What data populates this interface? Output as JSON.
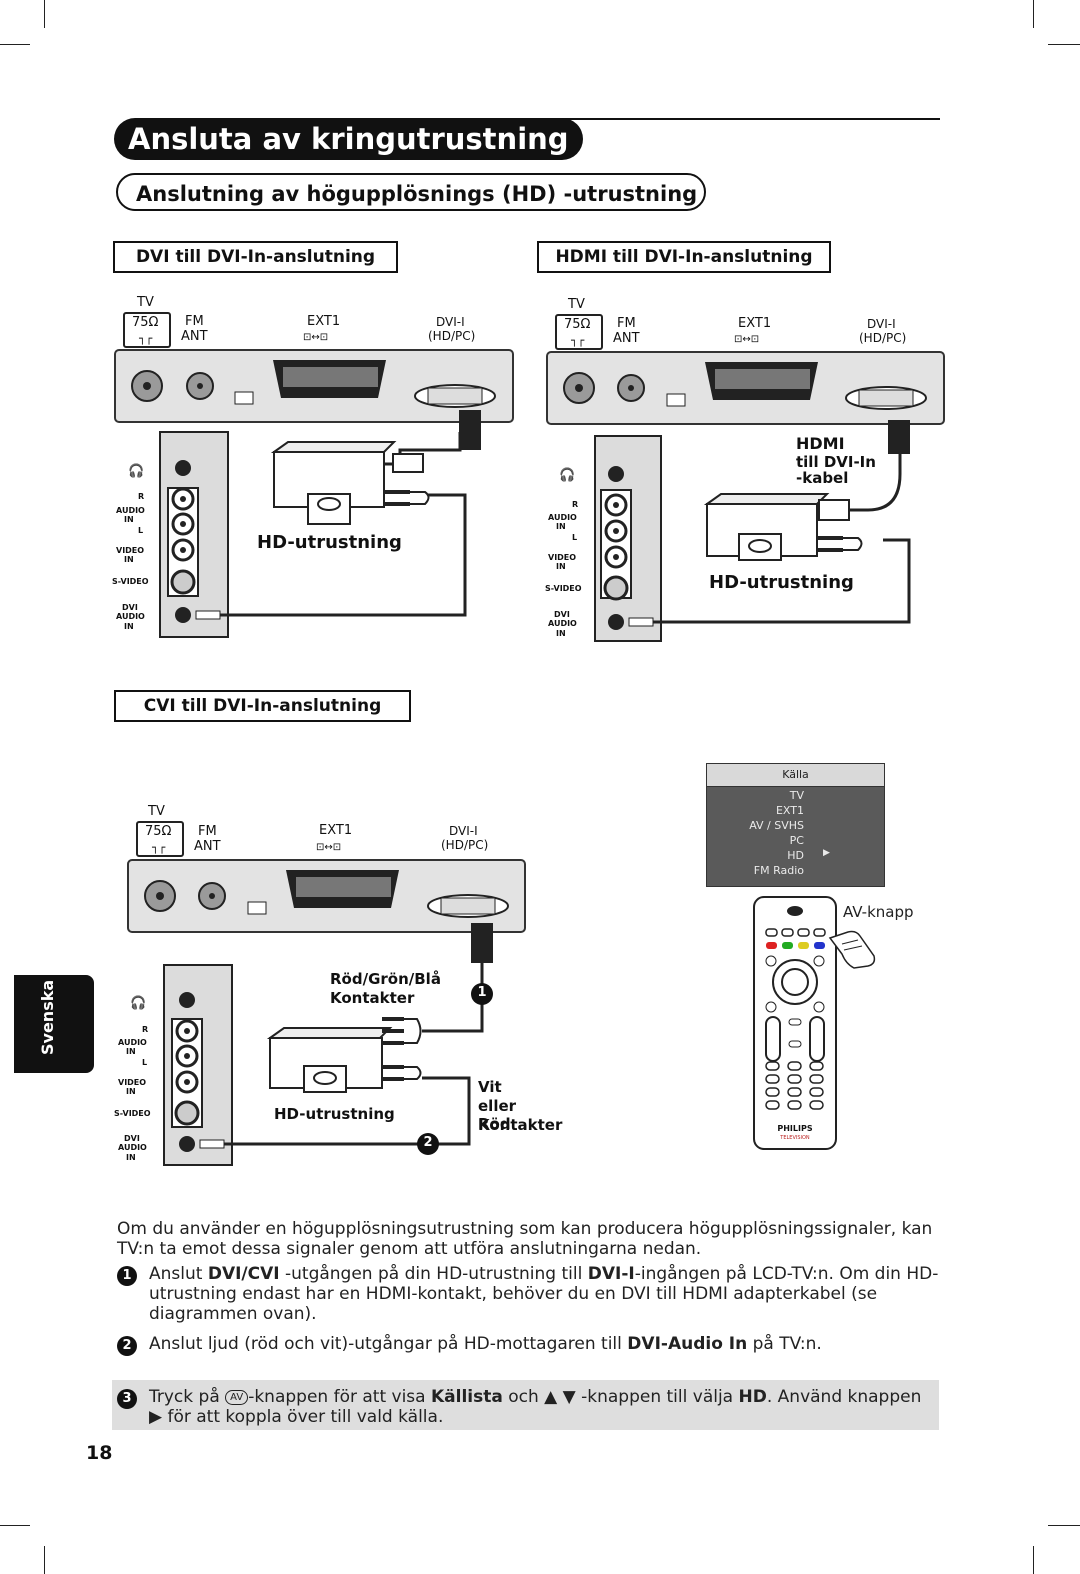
{
  "header": {
    "title": "Ansluta av kringutrustning",
    "subtitle": "Anslutning av högupplösnings (HD) -utrustning"
  },
  "sections": {
    "dvi": "DVI till DVI-In-anslutning",
    "hdmi": "HDMI till DVI-In-anslutning",
    "cvi": "CVI till DVI-In-anslutning"
  },
  "tv_panel": {
    "tv": "TV",
    "ohm": "75Ω",
    "fm": "FM",
    "ant": "ANT",
    "ext1": "EXT1",
    "dvi_i": "DVI-I",
    "hdpc": "(HD/PC)"
  },
  "side_panel": {
    "audio": "AUDIO",
    "in": "IN",
    "r": "R",
    "l": "L",
    "video": "VIDEO",
    "svideo": "S-VIDEO",
    "dvi": "DVI",
    "dvi_audio": "AUDIO"
  },
  "diagram_labels": {
    "hd_equipment": "HD-utrustning",
    "hdmi_cable_1": "HDMI",
    "hdmi_cable_2": "till DVI-In",
    "hdmi_cable_3": "-kabel",
    "rgb_1": "Röd/Grön/Blå",
    "rgb_2": "Kontakter",
    "vit_1": "Vit",
    "vit_2": "eller Röd",
    "vit_3": "Kontakter",
    "marker_1": "1",
    "marker_2": "2",
    "av_knapp": "AV-knapp"
  },
  "source_menu": {
    "title": "Källa",
    "items": [
      "TV",
      "EXT1",
      "AV / SVHS",
      "PC",
      "HD",
      "FM Radio"
    ]
  },
  "remote": {
    "brand": "PHILIPS",
    "sub": "TELEVISION"
  },
  "side_tab": "Svenska",
  "body": {
    "intro": "Om du använder en högupplösningsutrustning som kan producera högupplösningssignaler, kan TV:n ta emot dessa signaler genom att utföra anslutningarna nedan.",
    "step1_num": "1",
    "step1_a": "Anslut ",
    "step1_b": "DVI/CVI",
    "step1_c": " -utgången på din HD-utrustning till ",
    "step1_d": "DVI-I",
    "step1_e": "-ingången på LCD-TV:n. Om din HD-utrustning endast har en HDMI-kontakt, behöver du en DVI till HDMI adapterkabel (se diagrammen ovan).",
    "step2_num": "2",
    "step2_a": "Anslut ljud (röd och vit)-utgångar på HD-mottagaren till ",
    "step2_b": "DVI-Audio In",
    "step2_c": " på TV:n.",
    "step3_num": "3",
    "step3_a": "Tryck på ",
    "step3_av": "AV",
    "step3_b": "-knappen för att visa ",
    "step3_c": "Källista",
    "step3_d": " och ▲ ▼ -knappen till välja ",
    "step3_e": "HD",
    "step3_f": ". Använd knappen ▶ för att koppla över till vald källa."
  },
  "page_number": "18"
}
